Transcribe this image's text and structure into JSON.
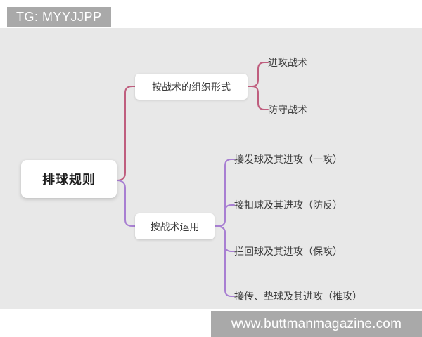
{
  "watermarks": {
    "top": "TG: MYYJJPP",
    "bottom": "www.buttmanmagazine.com"
  },
  "colors": {
    "canvas_background": "#e8e8e8",
    "watermark_background": "#a9a9a9",
    "watermark_text": "#ffffff",
    "branch1_line": "#bf5e7e",
    "branch2_line": "#a87fd2",
    "node_background": "#ffffff",
    "node_text": "#3b3b3b"
  },
  "mindmap": {
    "root": {
      "label": "排球规则"
    },
    "branches": [
      {
        "label": "按战术的组织形式",
        "children": [
          {
            "label": "进攻战术"
          },
          {
            "label": "防守战术"
          }
        ]
      },
      {
        "label": "按战术运用",
        "children": [
          {
            "label": "接发球及其进攻（一攻）"
          },
          {
            "label": "接扣球及其进攻（防反）"
          },
          {
            "label": "拦回球及其进攻（保攻）"
          },
          {
            "label": "接传、垫球及其进攻（推攻）"
          }
        ]
      }
    ]
  }
}
